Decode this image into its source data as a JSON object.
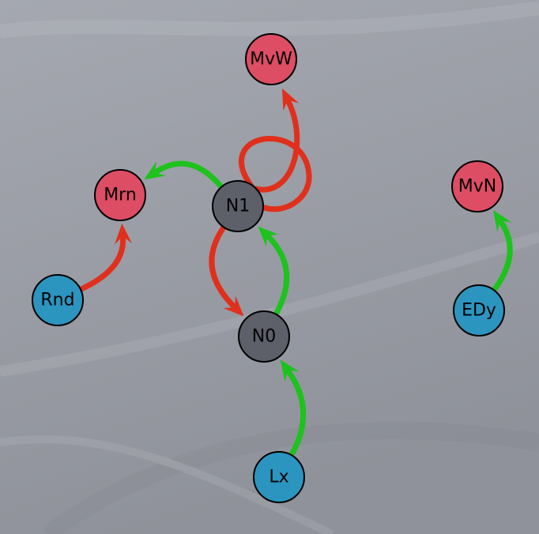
{
  "colors": {
    "background_top": "#a5a8b0",
    "background_bottom": "#8f929a",
    "sensor_node": "#2b95c0",
    "hidden_node": "#5d5f69",
    "action_node": "#dd4d64",
    "excitatory_edge": "#1dc21d",
    "inhibitory_edge": "#e0301c"
  },
  "nodes": [
    {
      "id": "MvW",
      "label": "MvW",
      "kind": "action"
    },
    {
      "id": "Mrn",
      "label": "Mrn",
      "kind": "action"
    },
    {
      "id": "N1",
      "label": "N1",
      "kind": "hidden"
    },
    {
      "id": "MvN",
      "label": "MvN",
      "kind": "action"
    },
    {
      "id": "Rnd",
      "label": "Rnd",
      "kind": "sensor"
    },
    {
      "id": "N0",
      "label": "N0",
      "kind": "hidden"
    },
    {
      "id": "EDy",
      "label": "EDy",
      "kind": "sensor"
    },
    {
      "id": "Lx",
      "label": "Lx",
      "kind": "sensor"
    }
  ],
  "edges": [
    {
      "from": "N1",
      "to": "Mrn",
      "kind": "excitatory"
    },
    {
      "from": "N1",
      "to": "MvW",
      "kind": "inhibitory"
    },
    {
      "from": "N1",
      "to": "N1",
      "kind": "inhibitory"
    },
    {
      "from": "N1",
      "to": "N0",
      "kind": "inhibitory"
    },
    {
      "from": "N0",
      "to": "N1",
      "kind": "excitatory"
    },
    {
      "from": "Rnd",
      "to": "Mrn",
      "kind": "inhibitory"
    },
    {
      "from": "Lx",
      "to": "N0",
      "kind": "excitatory"
    },
    {
      "from": "EDy",
      "to": "MvN",
      "kind": "excitatory"
    }
  ]
}
